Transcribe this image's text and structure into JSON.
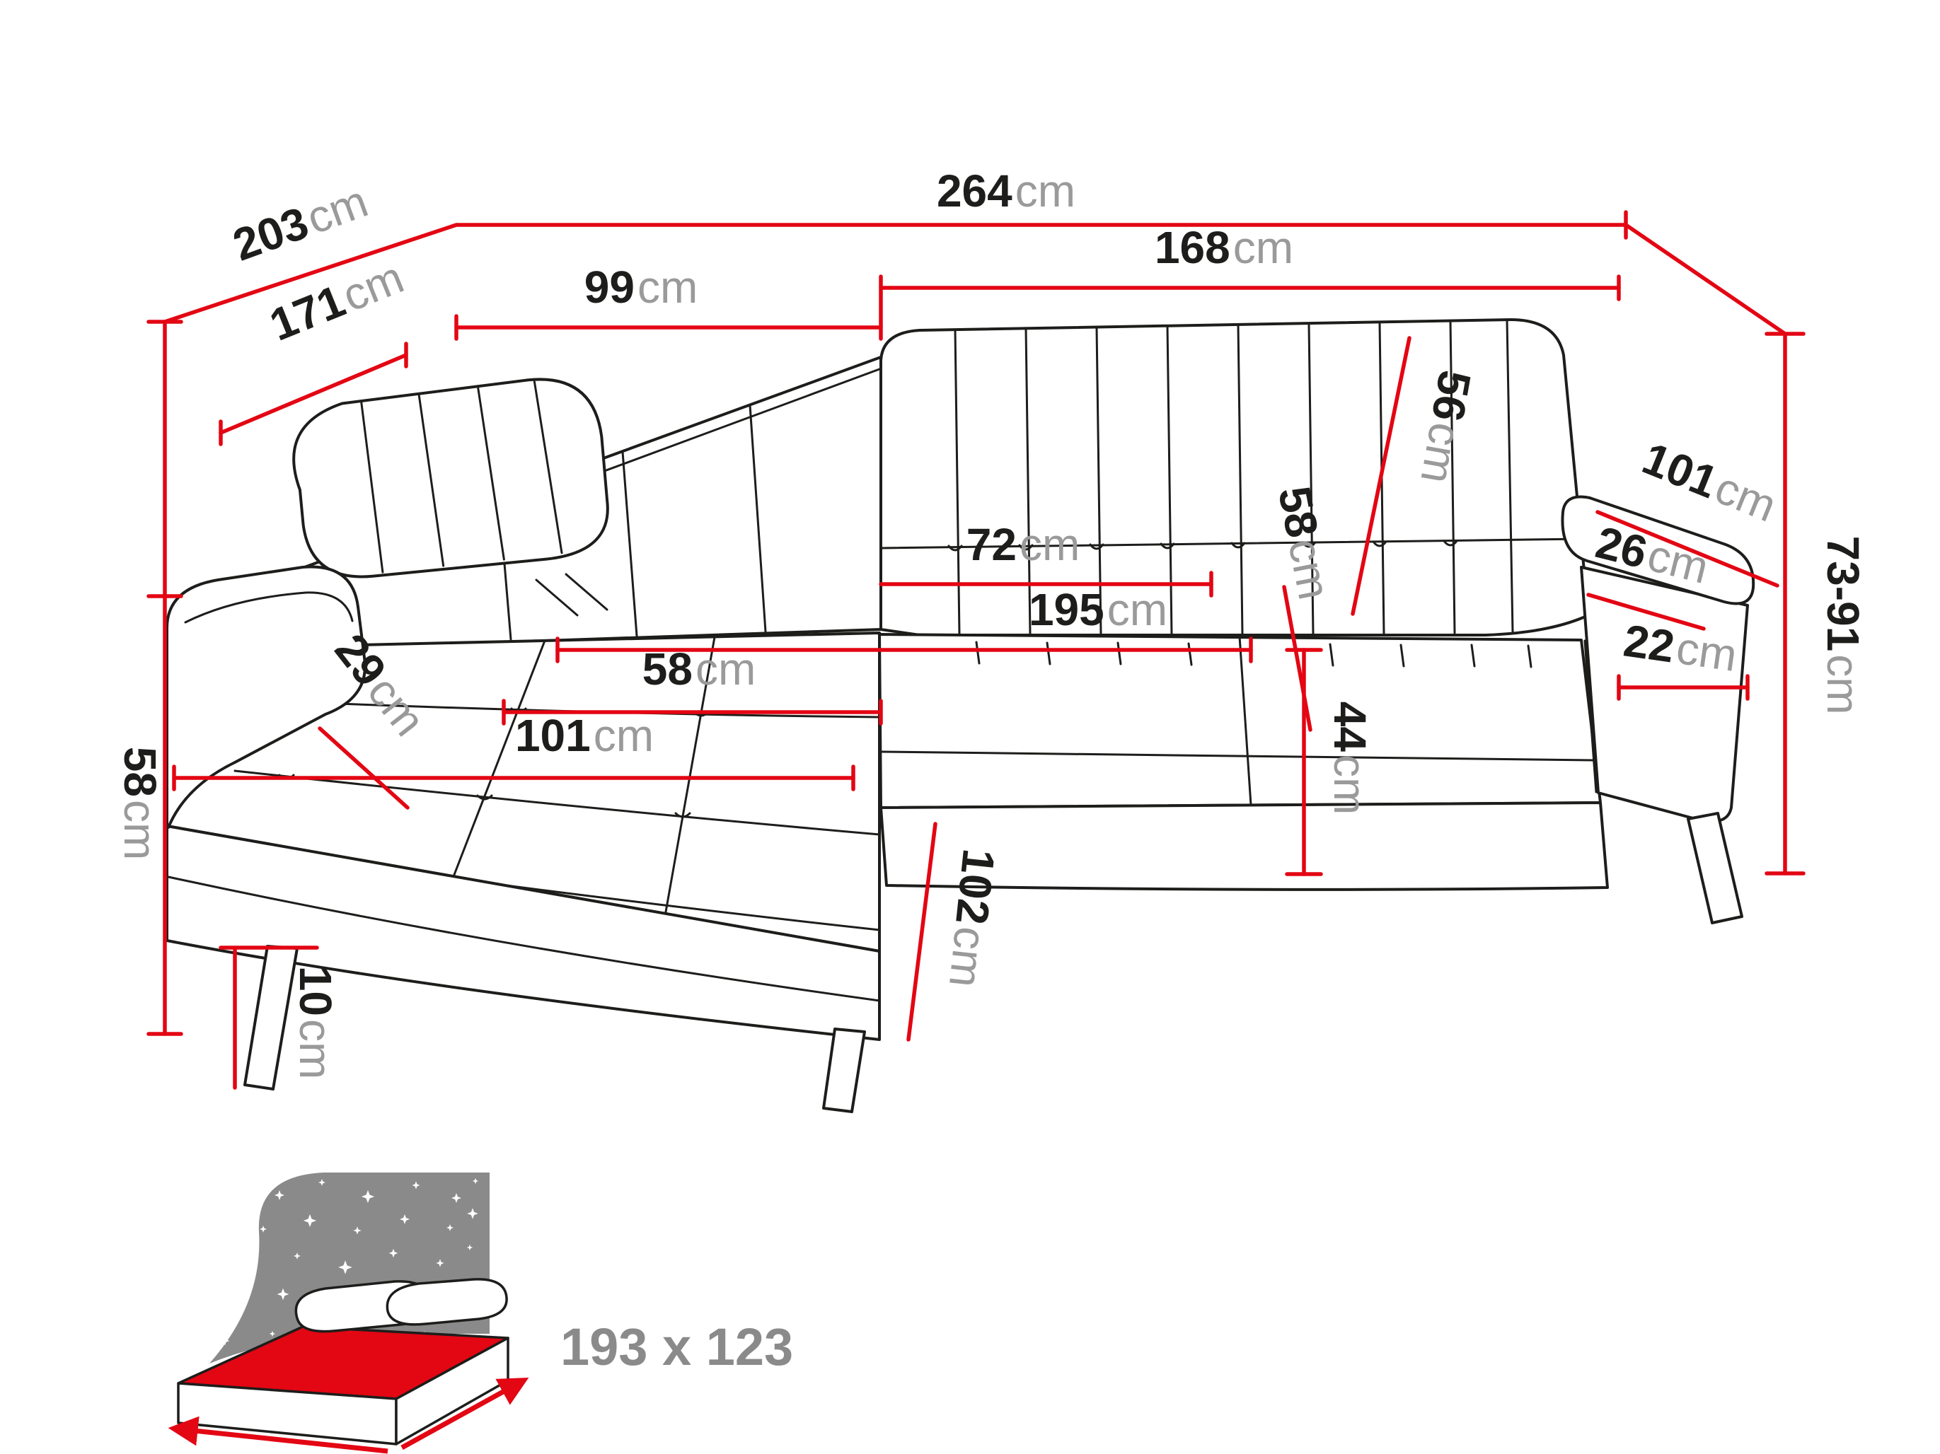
{
  "labels": {
    "total_width": {
      "value": "264",
      "unit": "cm"
    },
    "total_depth": {
      "value": "203",
      "unit": "cm"
    },
    "inner_depth": {
      "value": "171",
      "unit": "cm"
    },
    "left_back_width": {
      "value": "99",
      "unit": "cm"
    },
    "right_back_width": {
      "value": "168",
      "unit": "cm"
    },
    "backrest_height": {
      "value": "56",
      "unit": "cm"
    },
    "right_armrest_length": {
      "value": "101",
      "unit": "cm"
    },
    "armrest_top_width": {
      "value": "26",
      "unit": "cm"
    },
    "backrest_height_range": {
      "value": "73-91",
      "unit": "cm"
    },
    "back_cushion_width": {
      "value": "72",
      "unit": "cm"
    },
    "seat_depth": {
      "value": "58",
      "unit": "cm"
    },
    "seat_width": {
      "value": "195",
      "unit": "cm"
    },
    "armrest_lower_width": {
      "value": "22",
      "unit": "cm"
    },
    "left_armrest_width": {
      "value": "29",
      "unit": "cm"
    },
    "chaise_cushion_depth": {
      "value": "58",
      "unit": "cm"
    },
    "chaise_cushion_width": {
      "value": "101",
      "unit": "cm"
    },
    "seat_height_front": {
      "value": "44",
      "unit": "cm"
    },
    "seat_height_side": {
      "value": "58",
      "unit": "cm"
    },
    "chaise_length": {
      "value": "102",
      "unit": "cm"
    },
    "leg_height": {
      "value": "10",
      "unit": "cm"
    }
  },
  "bed": {
    "sleeping_area": "193 x 123"
  },
  "colors": {
    "dimension_red": "#e30613",
    "line_black": "#1d1d1b",
    "unit_gray": "#9a9a9a",
    "bed_gray": "#8a8a8a",
    "bed_mattress_red": "#e30613"
  }
}
